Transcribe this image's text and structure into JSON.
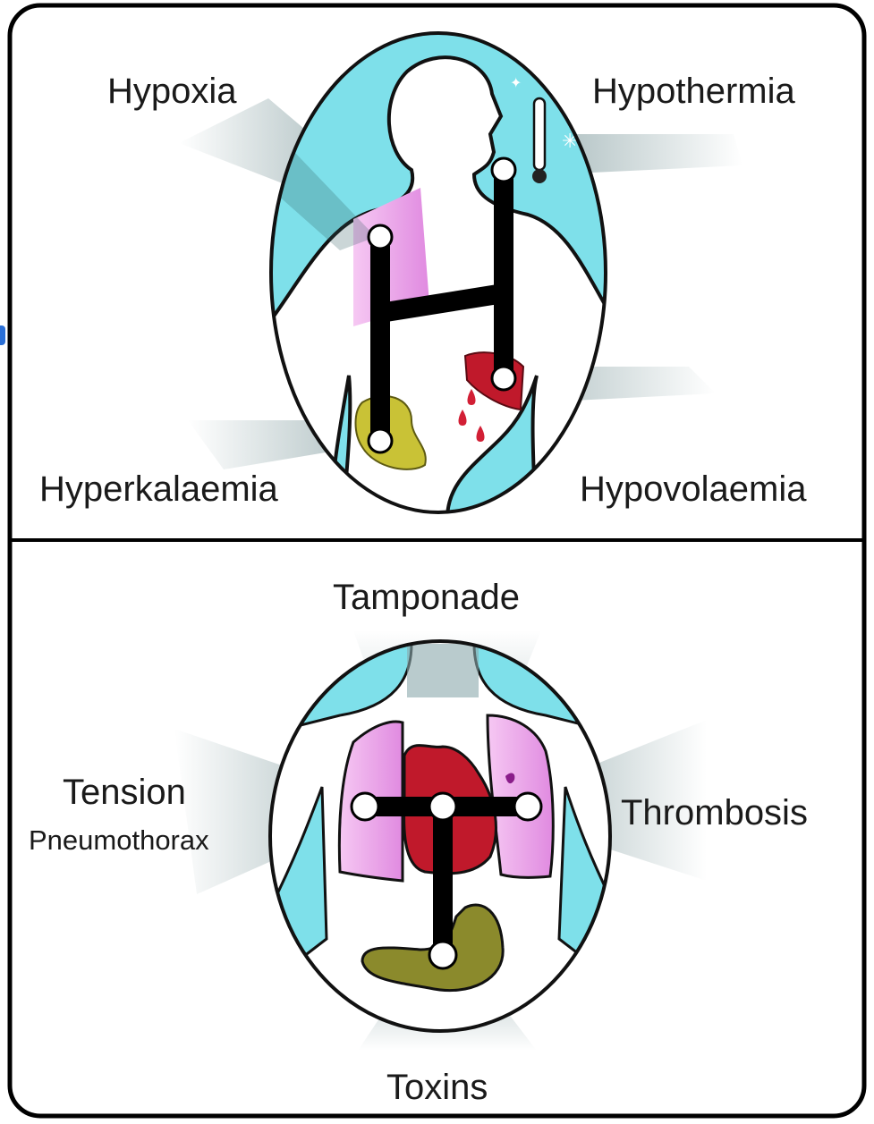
{
  "top_panel": {
    "labels": {
      "top_left": "Hypoxia",
      "top_right": "Hypothermia",
      "bottom_left": "Hyperkalaemia",
      "bottom_right": "Hypovolaemia"
    },
    "letter_icon": "H"
  },
  "bottom_panel": {
    "labels": {
      "top": "Tamponade",
      "left_line1": "Tension",
      "left_line2": "Pneumothorax",
      "right": "Thrombosis",
      "bottom": "Toxins"
    },
    "letter_icon": "T"
  },
  "colors": {
    "frame": "#000000",
    "background_oval": "#7ee0ea",
    "lung": "#f1b3ee",
    "heart": "#c0192b",
    "liver": "#c0192b",
    "kidney": "#c9c236",
    "stomach": "#8b8a2c",
    "bar": "#000000",
    "node": "#ffffff"
  }
}
